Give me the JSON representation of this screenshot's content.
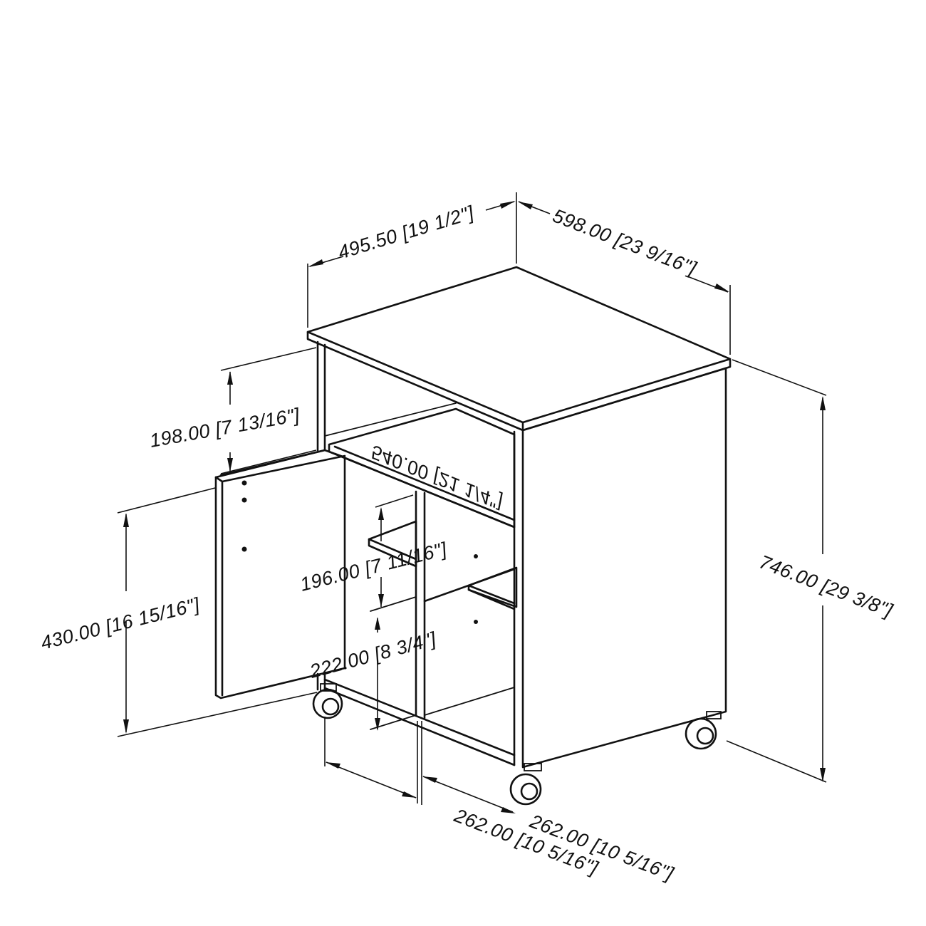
{
  "dimensions": {
    "top_depth": "495.50 [19 1/2\"]",
    "top_width": "598.00 [23 9/16\"]",
    "upper_opening_height": "198.00 [7 13/16\"]",
    "inner_shelf_width": "540.00 [21 1/4\"]",
    "door_height": "430.00 [16 15/16\"]",
    "shelf_spacing": "196.00 [7 11/16\"]",
    "bottom_compartment_height": "222.00 [8 3/4\"]",
    "overall_height": "746.00 [29 3/8\"]",
    "left_compartment_width": "262.00 [10 5/16\"]",
    "right_compartment_width": "262.00 [10 5/16\"]"
  },
  "colors": {
    "line": "#111111",
    "background": "#ffffff"
  }
}
